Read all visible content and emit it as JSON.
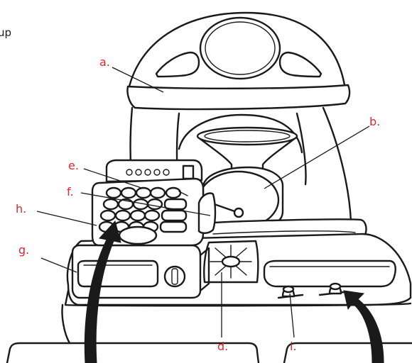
{
  "header": {
    "fragment": "up"
  },
  "colors": {
    "label": "#e0282e",
    "ink": "#1a1a1a"
  },
  "labels": {
    "a": "a.",
    "b": "b.",
    "d": "d.",
    "e": "e.",
    "f": "f.",
    "g": "g.",
    "h": "h.",
    "i": "i."
  }
}
